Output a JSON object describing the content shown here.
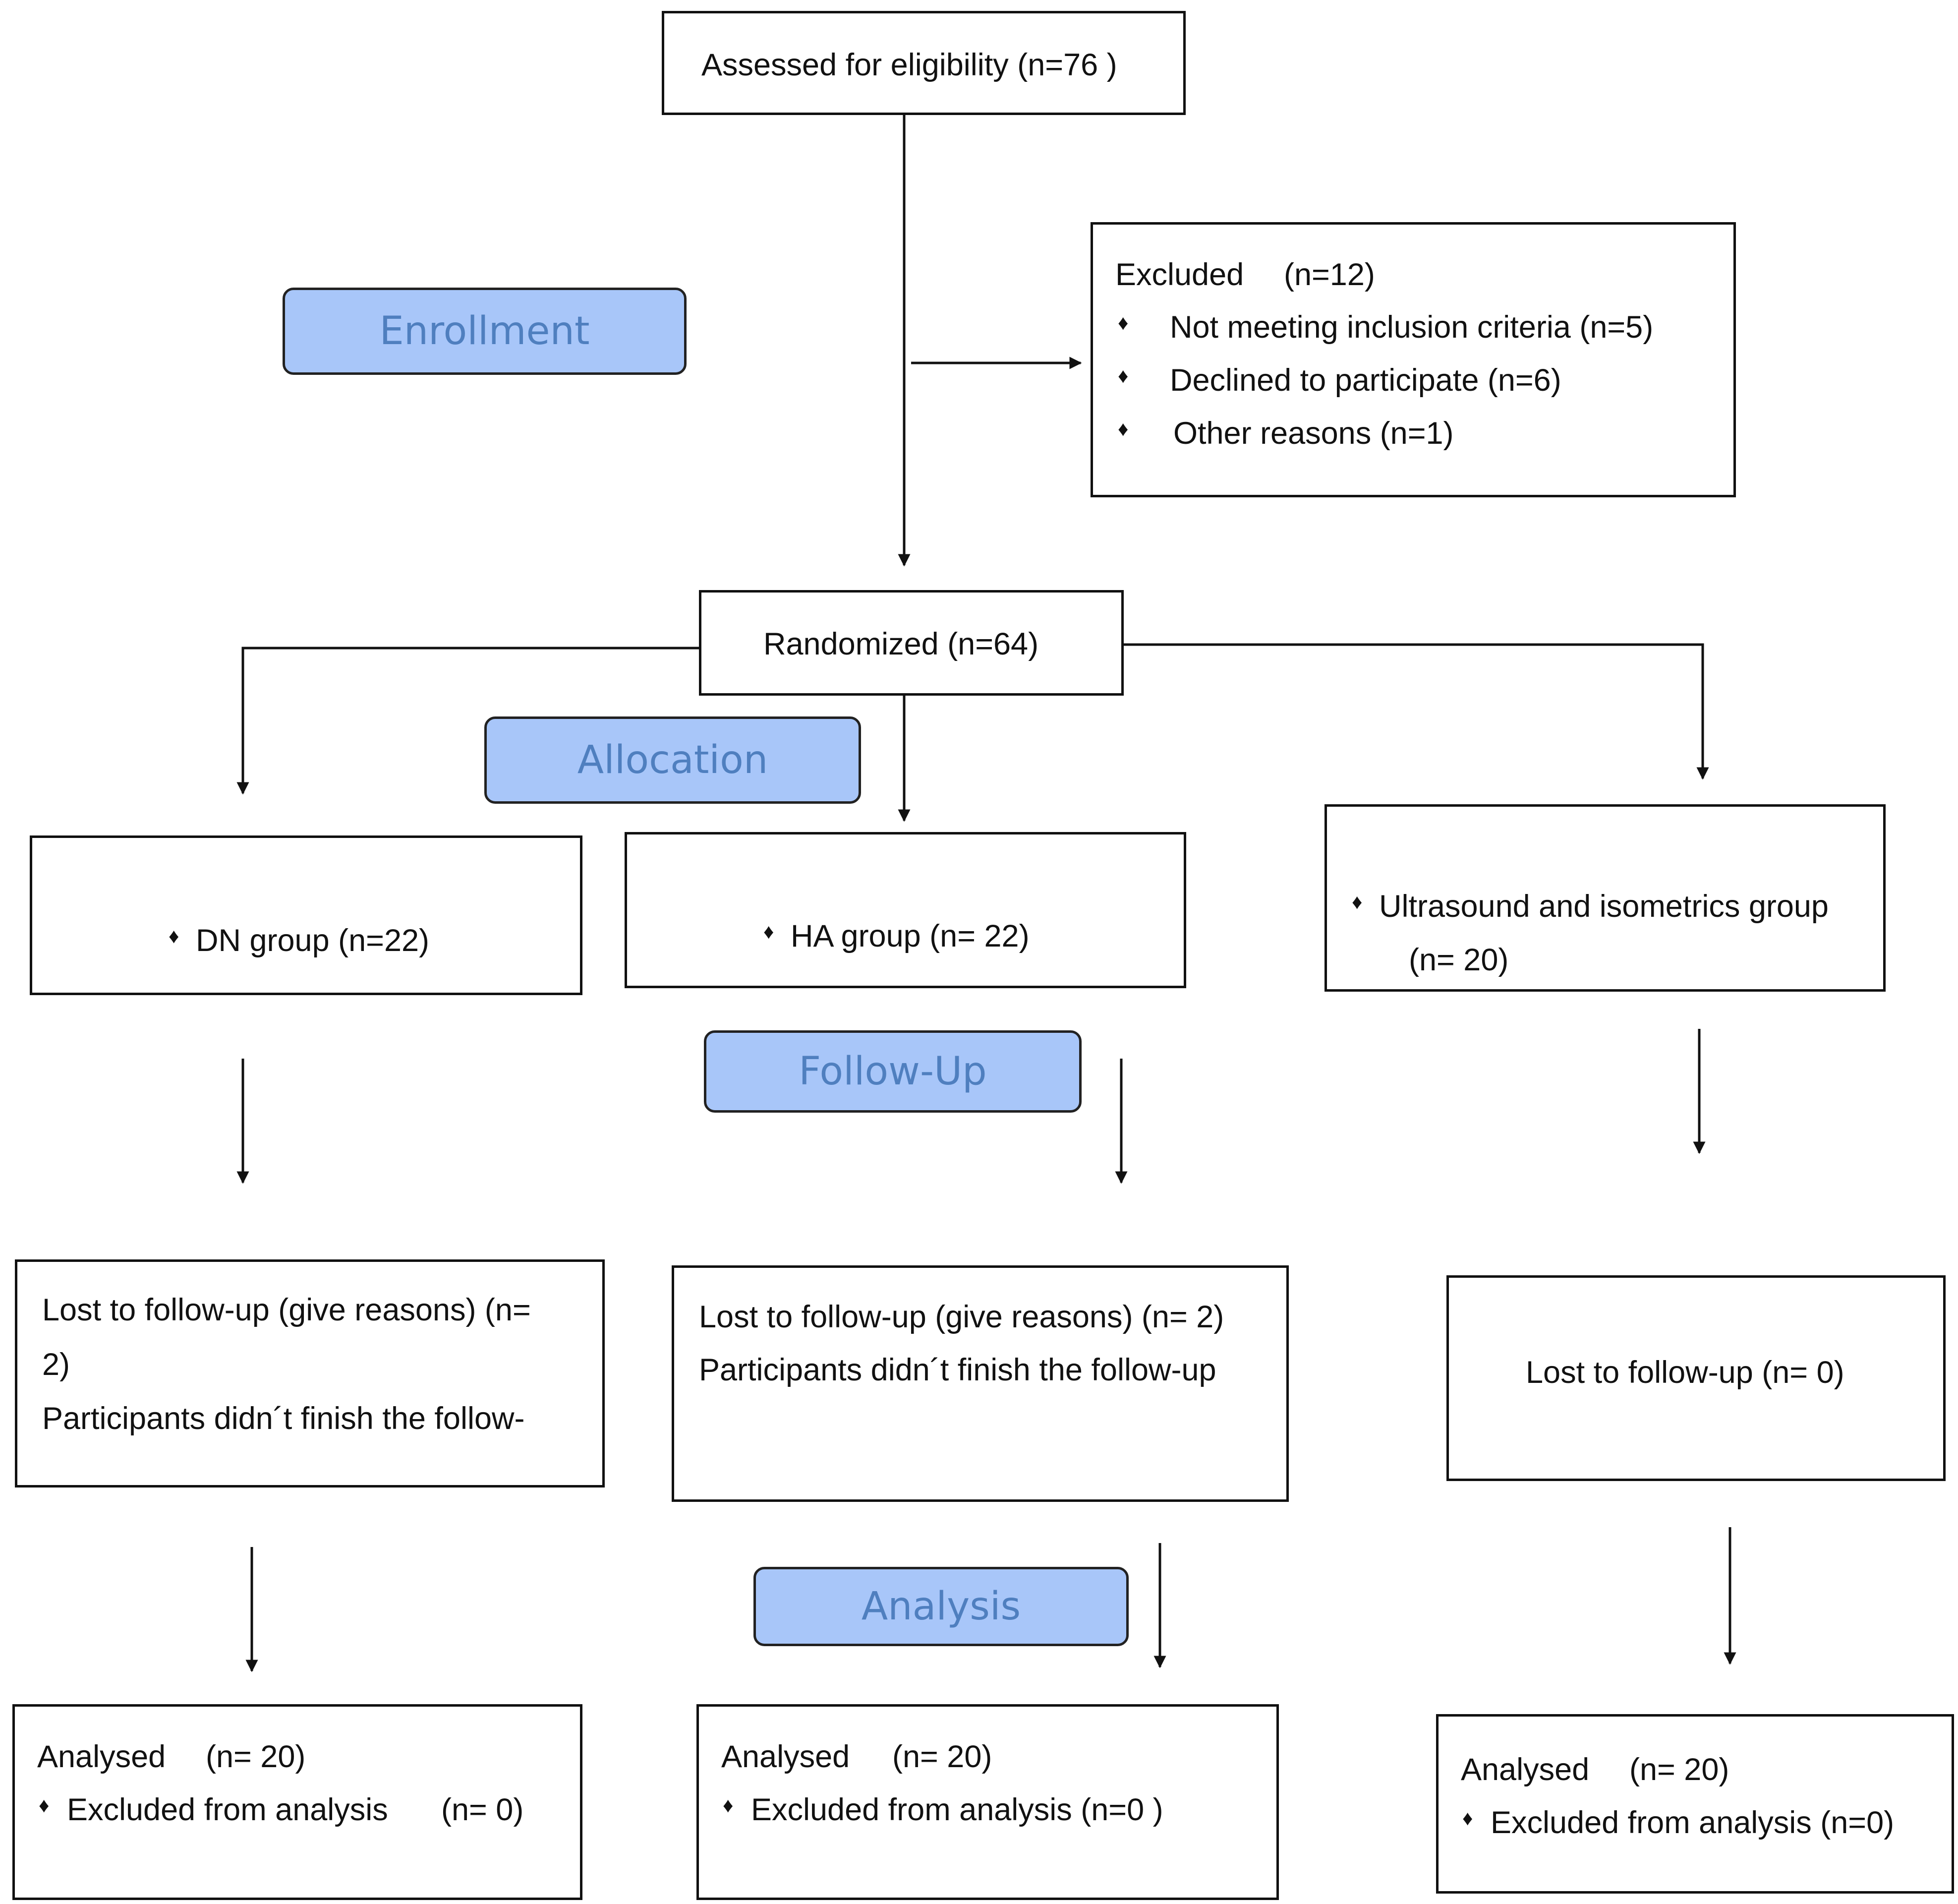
{
  "stages": {
    "enrollment": "Enrollment",
    "allocation": "Allocation",
    "follow_up": "Follow-Up",
    "analysis": "Analysis"
  },
  "assessed": "Assessed for eligibility (n=76 )",
  "excluded": {
    "title": "Excluded",
    "count": "(n=12)",
    "reasons": [
      "Not meeting inclusion criteria (n=5)",
      "Declined to participate (n=6)",
      "Other reasons (n=1)"
    ]
  },
  "randomized": "Randomized (n=64)",
  "bullet": "♦",
  "groups": {
    "dn": "DN group (n=22)",
    "ha": "HA group (n= 22)",
    "us_line1": "Ultrasound and isometrics group",
    "us_line2": "(n= 20)"
  },
  "followup": {
    "dn_line1": "Lost to follow-up (give reasons) (n=",
    "dn_line2": "2)",
    "dn_line3": "Participants didn´t finish the follow-",
    "ha_line1": "Lost to follow-up (give reasons) (n= 2)",
    "ha_line2": "Participants didn´t finish the follow-up",
    "us_line1": "Lost to follow-up (n= 0)"
  },
  "analysis": {
    "label": "Analysed",
    "count": "(n= 20)",
    "dn_excluded": "Excluded from analysis",
    "dn_excluded_n": "(n= 0)",
    "ha_excluded": "Excluded from analysis (n=0 )",
    "us_excluded": "Excluded from analysis (n=0)"
  }
}
